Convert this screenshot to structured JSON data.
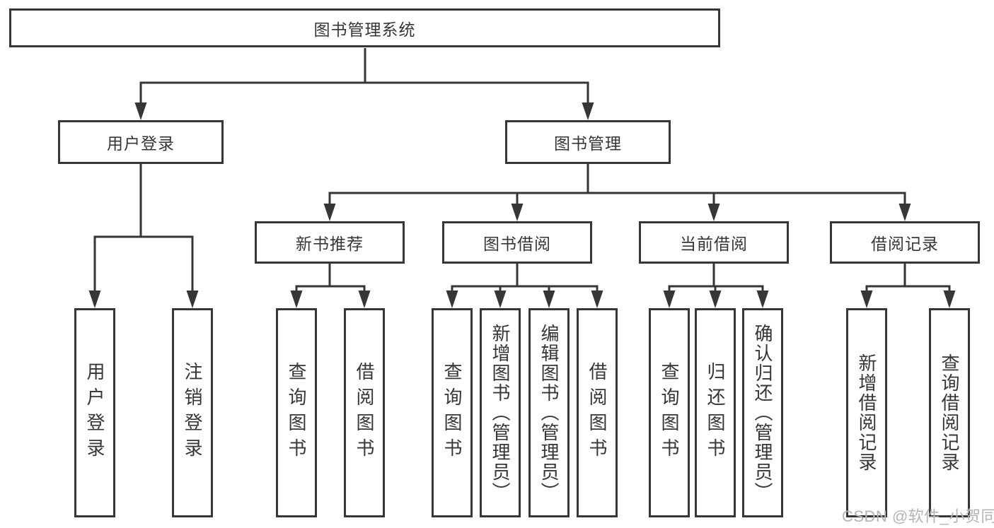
{
  "diagram": {
    "root": {
      "label": "图书管理系统"
    },
    "branches": [
      {
        "label": "用户登录",
        "children": [
          {
            "label": "用户登录"
          },
          {
            "label": "注销登录"
          }
        ]
      },
      {
        "label": "图书管理",
        "children": [
          {
            "label": "新书推荐",
            "children": [
              {
                "label": "查询图书"
              },
              {
                "label": "借阅图书"
              }
            ]
          },
          {
            "label": "图书借阅",
            "children": [
              {
                "label": "查询图书"
              },
              {
                "label": "新增图书（管理员）"
              },
              {
                "label": "编辑图书（管理员）"
              },
              {
                "label": "借阅图书"
              }
            ]
          },
          {
            "label": "当前借阅",
            "children": [
              {
                "label": "查询图书"
              },
              {
                "label": "归还图书"
              },
              {
                "label": "确认归还（管理员）"
              }
            ]
          },
          {
            "label": "借阅记录",
            "children": [
              {
                "label": "新增借阅记录"
              },
              {
                "label": "查询借阅记录"
              }
            ]
          }
        ]
      }
    ]
  },
  "watermark": {
    "text": "CSDN @软件_小贺同学"
  },
  "colors": {
    "line": "#363636",
    "text": "#363636",
    "background": "#ffffff",
    "watermark": "#b4b4b4"
  }
}
